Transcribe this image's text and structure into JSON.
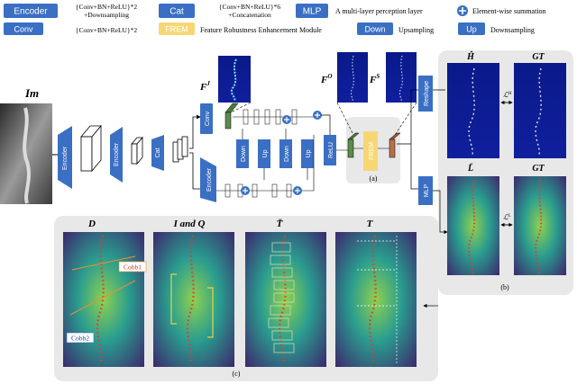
{
  "legend": {
    "encoder_label": "Encoder",
    "encoder_desc_line1": "{Conv+BN+ReLU}*2",
    "encoder_desc_line2": "+Downsampling",
    "cat_label": "Cat",
    "cat_desc_line1": "{Conv+BN+ReLU}*6",
    "cat_desc_line2": "+Concatenation",
    "mlp_label": "MLP",
    "mlp_desc": "A multi-layer perception layer",
    "sum_desc": "Element-wise summation",
    "conv_label": "Conv",
    "conv_desc": "{Conv+BN+ReLU}*2",
    "frem_label": "FREM",
    "frem_desc": "Feature Robustness Enhancement Module",
    "down_label": "Down",
    "down_desc": "Upsampling",
    "up_label": "Up",
    "up_desc": "Downsampling"
  },
  "pipeline": {
    "input_label": "Im",
    "encoder_block": "Encoder",
    "cat_block": "Cat",
    "conv_block": "Conv",
    "down_block": "Down",
    "up_block": "Up",
    "relu_block": "ReLU",
    "frem_block": "FREM",
    "reshape_block": "Reshape",
    "mlp_block": "MLP",
    "feature_fj": "F",
    "feature_fj_sup": "J",
    "feature_fo": "F",
    "feature_fo_sup": "O",
    "feature_fs": "F",
    "feature_fs_sup": "S",
    "tag_a": "(a)"
  },
  "panel_b": {
    "h_hat_label": "Ĥ",
    "gt_label_top": "GT",
    "loss_h": "ℒ",
    "loss_h_sup": "H",
    "l_bar_label": "L̄",
    "gt_label_bottom": "GT",
    "loss_l": "ℒ",
    "loss_l_sup": "L",
    "tag": "(b)"
  },
  "panel_c": {
    "d_label": "D",
    "iq_label": "I and Q",
    "t_bar_label": "T̄",
    "t_label": "T",
    "cobb1": "Cobb1",
    "cobb2": "Cobb2",
    "tag": "(c)"
  },
  "colors": {
    "block_blue": "#3a6fc4",
    "frem_yellow": "#f7d774",
    "panel_gray": "#e8e8e8",
    "feature_green": "#5e8c4a",
    "feature_rust": "#b8704a"
  }
}
